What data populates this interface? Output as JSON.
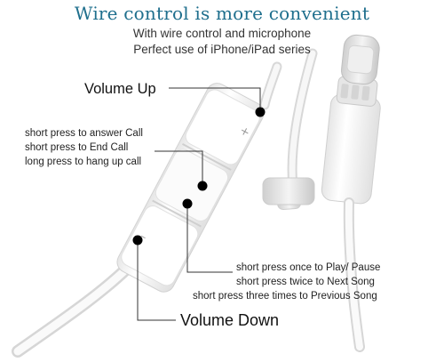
{
  "headline": "Wire control is more convenient",
  "subtitle_lines": [
    "With wire control and microphone",
    "Perfect use of iPhone/iPad series"
  ],
  "volume_up_label": "Volume Up",
  "volume_down_label": "Volume Down",
  "middle_button_labels": [
    "short press to answer Call",
    "short press to End Call",
    "long press to hang up call"
  ],
  "playback_labels": [
    "short press once to Play/ Pause",
    "short press twice to Next Song",
    "short press three times to Previous Song"
  ],
  "remote_plus_glyph": "+",
  "remote_minus_glyph": "–",
  "colors": {
    "headline": "#1f6f8d",
    "text": "#222222",
    "cable": "#f2f2f2",
    "cable_edge": "#d9d9d9",
    "pointer_dot": "#000000"
  }
}
